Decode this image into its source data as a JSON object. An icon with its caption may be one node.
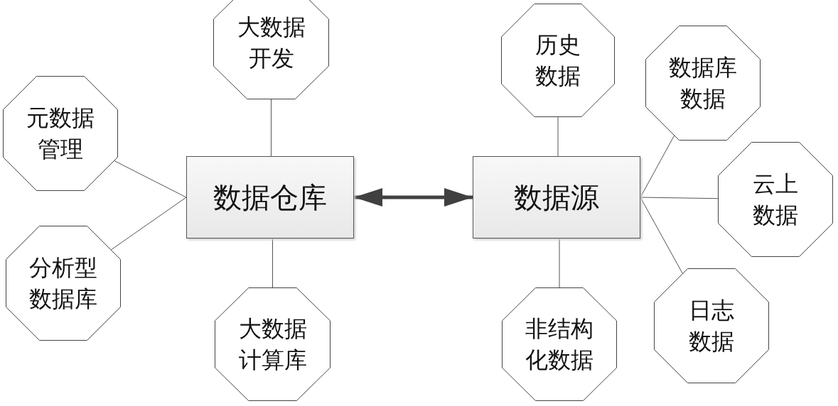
{
  "diagram": {
    "nodes": [
      {
        "text": [
          "数据仓库"
        ]
      },
      {
        "text": [
          "大数据开发"
        ]
      },
      {
        "text": [
          "元数据管理"
        ]
      },
      {
        "text": [
          "分析型数据库"
        ]
      },
      {
        "text": [
          "大数据计算库"
        ]
      },
      {
        "text": [
          "数据源"
        ]
      },
      {
        "text": [
          "历史数据"
        ]
      },
      {
        "text": [
          "数据库数据"
        ]
      },
      {
        "text": [
          "云上数据"
        ]
      },
      {
        "text": [
          "日志数据"
        ]
      },
      {
        "text": [
          "非结构化数据"
        ]
      }
    ],
    "edges": [
      {
        "from": 0,
        "to": 1,
        "arrow": "none"
      },
      {
        "from": 0,
        "to": 2,
        "arrow": "none"
      },
      {
        "from": 0,
        "to": 3,
        "arrow": "none"
      },
      {
        "from": 0,
        "to": 4,
        "arrow": "none"
      },
      {
        "from": 0,
        "to": 5,
        "arrow": "both",
        "style": "thick"
      },
      {
        "from": 5,
        "to": 6,
        "arrow": "none"
      },
      {
        "from": 5,
        "to": 7,
        "arrow": "none"
      },
      {
        "from": 5,
        "to": 8,
        "arrow": "none"
      },
      {
        "from": 5,
        "to": 9,
        "arrow": "none"
      },
      {
        "from": 5,
        "to": 10,
        "arrow": "none"
      }
    ]
  }
}
